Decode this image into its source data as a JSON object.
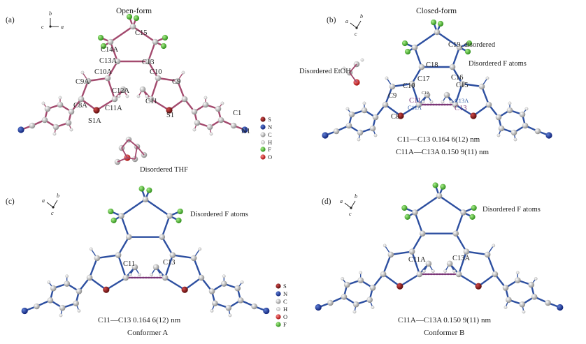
{
  "panels": {
    "a": {
      "label": "(a)",
      "title": "Open-form",
      "axes": [
        "b",
        "c",
        "a"
      ],
      "atoms": [
        "C15",
        "C14A",
        "C13A",
        "C13",
        "C10A",
        "C10",
        "C9A",
        "C9",
        "C12A",
        "C8A",
        "C11A",
        "C11",
        "S1A",
        "S1",
        "C1",
        "N1"
      ],
      "solvent": "Disordered THF",
      "legend": [
        "S",
        "N",
        "C",
        "H",
        "F",
        "O"
      ]
    },
    "b": {
      "label": "(b)",
      "title": "Closed-form",
      "axes": [
        "a",
        "b",
        "c"
      ],
      "atoms": [
        "C19, disordered",
        "C18",
        "C17",
        "C16",
        "C15",
        "C10",
        "C9",
        "C8",
        "C12",
        "C11",
        "C11A",
        "C13A",
        "C13"
      ],
      "solvent": "Disordered EtOH",
      "disorder": "Disordered F atoms",
      "caption1": "C11—C13  0.164 6(12) nm",
      "caption2": "C11A—C13A  0.150 9(11) nm"
    },
    "c": {
      "label": "(c)",
      "axes": [
        "a",
        "b",
        "c"
      ],
      "atoms": [
        "C11",
        "C13"
      ],
      "disorder": "Disordered F atoms",
      "caption1": "C11—C13  0.164 6(12) nm",
      "caption2": "Conformer A",
      "legend": [
        "S",
        "N",
        "C",
        "H",
        "O",
        "F"
      ]
    },
    "d": {
      "label": "(d)",
      "axes": [
        "a",
        "b",
        "c"
      ],
      "atoms": [
        "C11A",
        "C13A"
      ],
      "disorder": "Disordered F atoms",
      "caption1": "C11A—C13A  0.150 9(11) nm",
      "caption2": "Conformer B"
    }
  },
  "colors": {
    "bond_open": "#a34a6e",
    "bond_closed": "#2d4fa0",
    "carbon": "#b8b8b8",
    "hydrogen": "#e6e6e6",
    "sulfur": "#8b1414",
    "nitrogen": "#1f3e9e",
    "fluorine": "#5cc43b",
    "oxygen": "#d62020"
  }
}
